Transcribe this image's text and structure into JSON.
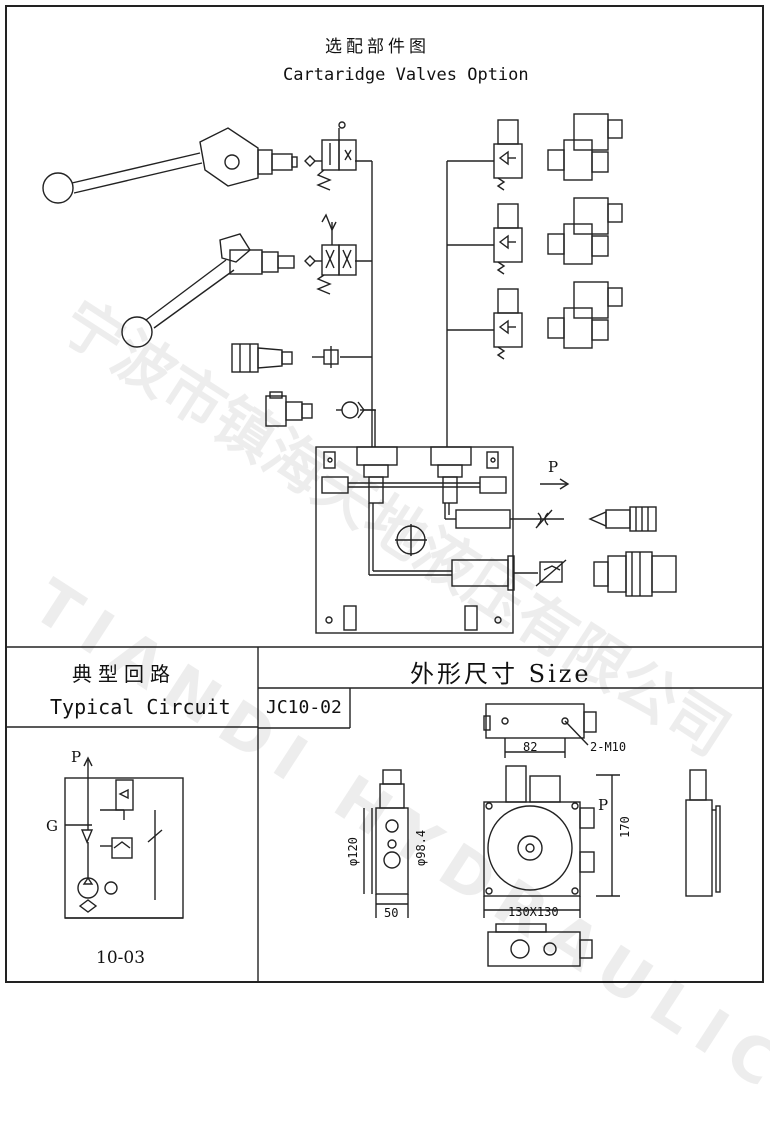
{
  "header": {
    "title_cn": "选配部件图",
    "title_en": "Cartaridge Valves Option"
  },
  "typical_circuit": {
    "title_cn": "典型回路",
    "title_en": "Typical Circuit",
    "code": "10-03",
    "port_p": "P",
    "port_g": "G"
  },
  "size_section": {
    "title": "外形尺寸  Size",
    "model": "JC10-02",
    "dims": {
      "d82": "82",
      "m10": "2-M10",
      "p": "P",
      "d170": "170",
      "d120": "φ120",
      "d98": "φ98.4",
      "d50": "50",
      "d130": "130X130"
    }
  },
  "option_labels": {
    "pressure_port": "P"
  },
  "watermark": {
    "cn": "宁波市镇海天地液压有限公司",
    "en": "TIANDI HYDRAULICS"
  },
  "colors": {
    "line": "#222222",
    "watermark": "#000000"
  }
}
